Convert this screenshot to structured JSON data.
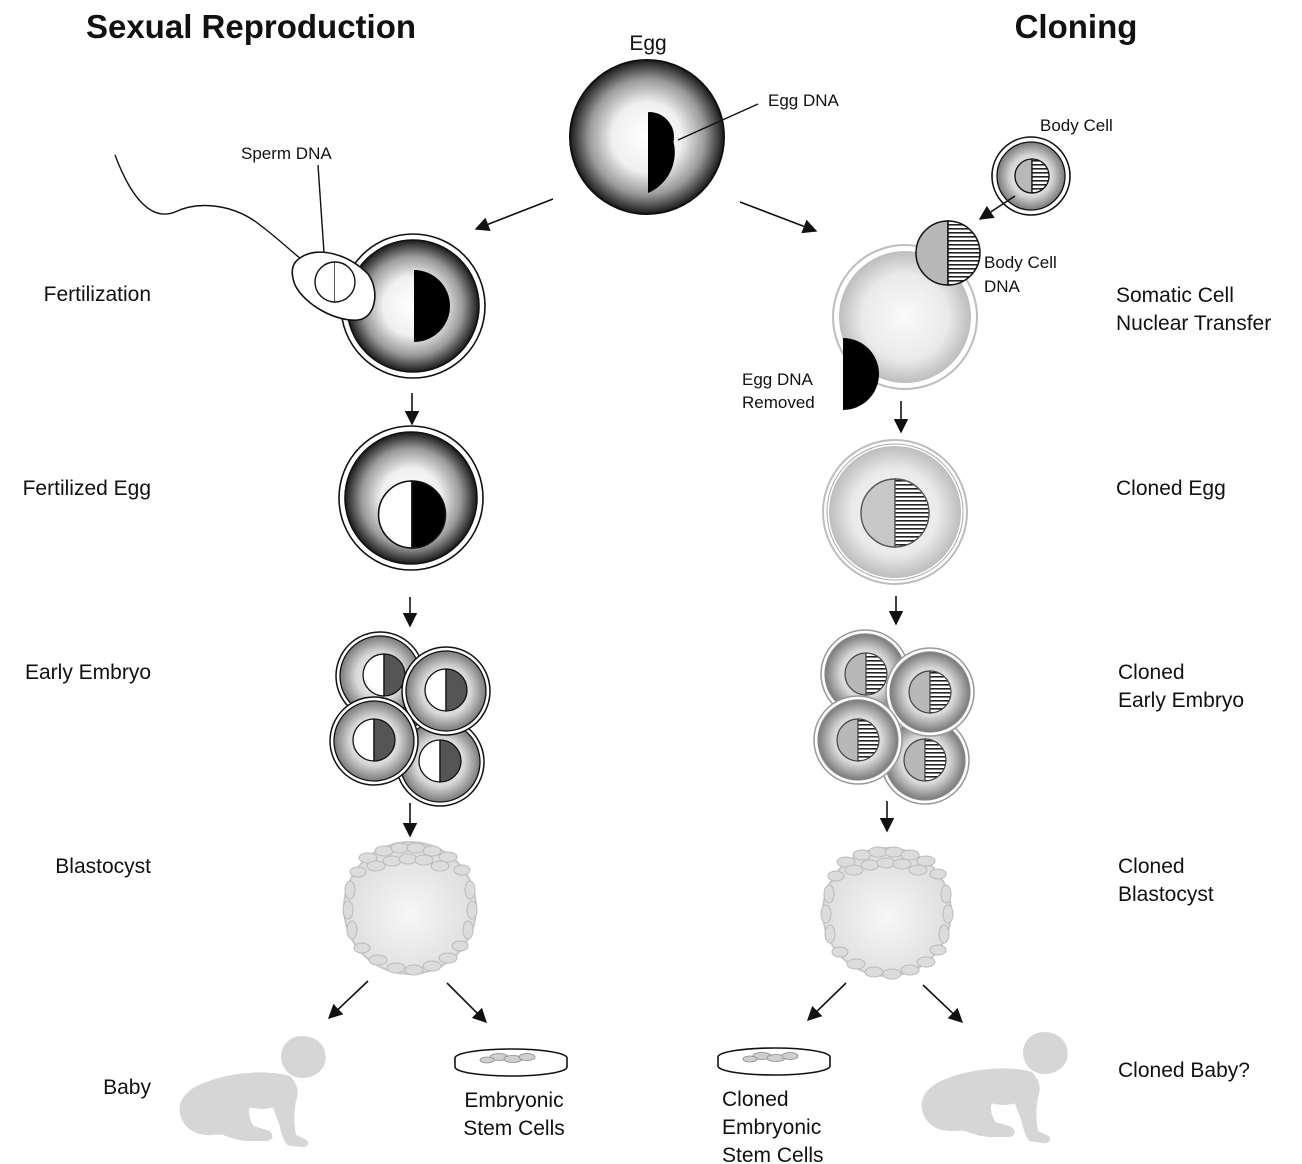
{
  "titles": {
    "left": "Sexual Reproduction",
    "right": "Cloning"
  },
  "egg": {
    "label": "Egg",
    "dna_label": "Egg DNA"
  },
  "sexual": {
    "sperm_dna": "Sperm DNA",
    "stages": {
      "fertilization": "Fertilization",
      "fertilized_egg": "Fertilized Egg",
      "early_embryo": "Early Embryo",
      "blastocyst": "Blastocyst",
      "baby": "Baby"
    },
    "stem_cells": [
      "Embryonic",
      "Stem Cells"
    ]
  },
  "cloning": {
    "body_cell": "Body Cell",
    "body_cell_dna": [
      "Body Cell",
      "DNA"
    ],
    "egg_dna_removed": [
      "Egg DNA",
      "Removed"
    ],
    "stages": {
      "scnt": [
        "Somatic Cell",
        "Nuclear Transfer"
      ],
      "cloned_egg": "Cloned Egg",
      "cloned_early_embryo": [
        "Cloned",
        "Early Embryo"
      ],
      "cloned_blastocyst": [
        "Cloned",
        "Blastocyst"
      ],
      "cloned_baby": "Cloned Baby?"
    },
    "stem_cells": [
      "Cloned",
      "Embryonic",
      "Stem Cells"
    ]
  },
  "colors": {
    "ink": "#111111",
    "cell_fill_light": "#f2f2f2",
    "cell_fill_dark": "#2a2a2a",
    "grey_nucleus": "#b8b8b8",
    "baby_silhouette": "#d6d6d6",
    "blastocyst": "#e6e6e6"
  }
}
